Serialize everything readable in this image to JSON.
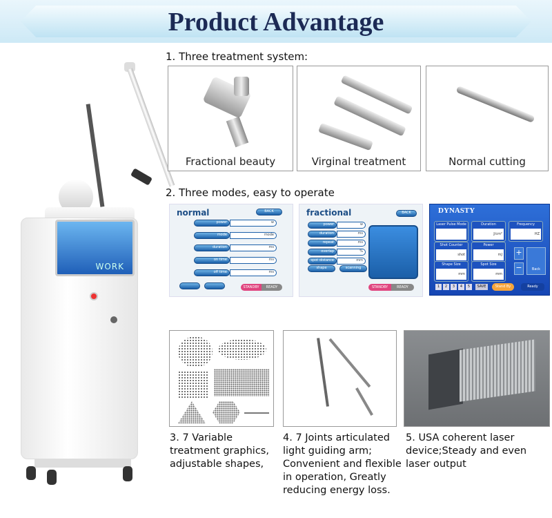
{
  "header": {
    "title": "Product Advantage"
  },
  "section1": {
    "label": "1. Three treatment system:",
    "items": [
      {
        "caption": "Fractional beauty"
      },
      {
        "caption": "Virginal treatment"
      },
      {
        "caption": "Normal cutting"
      }
    ]
  },
  "section2": {
    "label": "2. Three modes, easy to operate",
    "normal": {
      "title": "normal",
      "back": "BACK",
      "rows": [
        {
          "label": "power",
          "unit": "w"
        },
        {
          "label": "mode",
          "unit": "mode"
        },
        {
          "label": "duration",
          "unit": "ms"
        },
        {
          "label": "on time",
          "unit": "ms"
        },
        {
          "label": "off time",
          "unit": "ms"
        }
      ],
      "standby": "STANDBY",
      "ready": "READY"
    },
    "fractional": {
      "title": "fractional",
      "back": "BACK",
      "rows": [
        {
          "label": "power",
          "unit": "w"
        },
        {
          "label": "duration",
          "unit": "ms"
        },
        {
          "label": "repeat",
          "unit": "ms"
        },
        {
          "label": "overlap",
          "unit": "%"
        },
        {
          "label": "spot distance",
          "unit": "mm"
        }
      ],
      "shape": "shape",
      "scanning": "scanning",
      "standby": "STANDBY",
      "ready": "READY"
    },
    "dynasty": {
      "title": "DYNASTY",
      "cells": [
        {
          "label": "Laser Pulse Mode",
          "unit": ""
        },
        {
          "label": "Duration",
          "unit": "J/cm²"
        },
        {
          "label": "Frequency",
          "unit": "HZ"
        },
        {
          "label": "Shot Counter",
          "unit": "shot"
        },
        {
          "label": "Power",
          "unit": "mJ"
        },
        {
          "label": "Shape Size",
          "unit": "mm"
        },
        {
          "label": "Spot Size",
          "unit": "mm"
        }
      ],
      "pages": [
        "1",
        "2",
        "3",
        "4",
        "5"
      ],
      "save": "SAVE",
      "standby": "Stand By",
      "ready": "Ready",
      "back": "Back",
      "plus": "+",
      "minus": "−"
    }
  },
  "machine": {
    "screen_text": "WORK"
  },
  "features": [
    {
      "text": "3. 7 Variable treatment graphics, adjustable shapes,"
    },
    {
      "text": "4. 7 Joints articulated light guiding arm; Convenient and flexible in operation, Greatly reducing energy loss."
    },
    {
      "text": "5. USA coherent laser device;Steady and even laser output"
    }
  ],
  "colors": {
    "title": "#1c2a55",
    "banner": "#cde9f6",
    "screen_blue": "#1b5fa8",
    "standby": "#e0457f"
  }
}
